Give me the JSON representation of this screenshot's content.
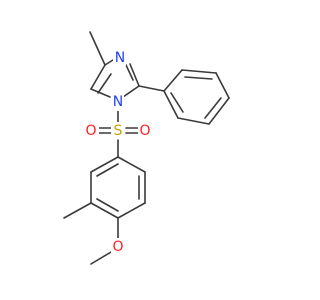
{
  "molecule": {
    "atoms": {
      "N1": {
        "symbol": "N",
        "color": "#1f3fff"
      },
      "N3": {
        "symbol": "N",
        "color": "#1f3fff"
      },
      "S": {
        "symbol": "S",
        "color": "#c9a100"
      },
      "O1": {
        "symbol": "O",
        "color": "#ff1f1f"
      },
      "O2": {
        "symbol": "O",
        "color": "#ff1f1f"
      },
      "O3": {
        "symbol": "O",
        "color": "#ff1f1f"
      }
    },
    "bond_color": "#3a3a3a",
    "background": "#ffffff"
  }
}
